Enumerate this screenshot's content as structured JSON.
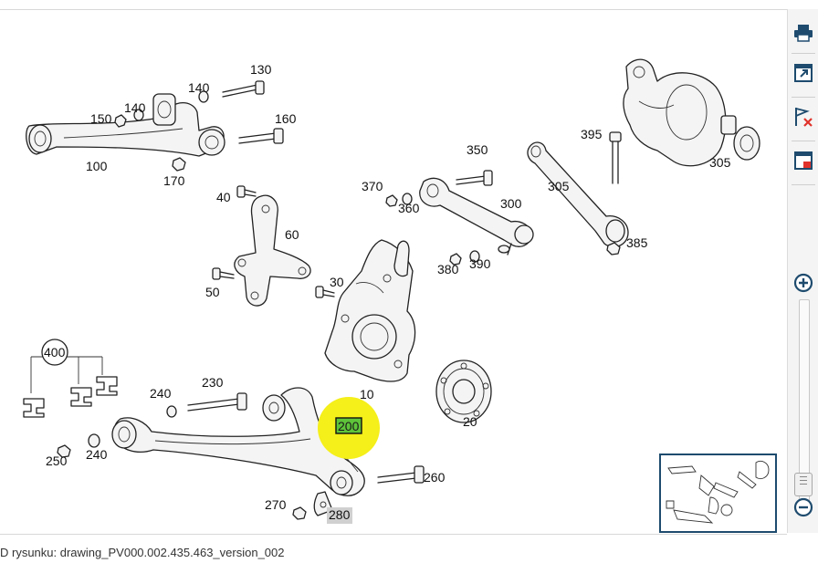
{
  "diagram": {
    "part_labels": [
      {
        "id": "130",
        "text": "130"
      },
      {
        "id": "140a",
        "text": "140"
      },
      {
        "id": "140b",
        "text": "140"
      },
      {
        "id": "150",
        "text": "150"
      },
      {
        "id": "160",
        "text": "160"
      },
      {
        "id": "100",
        "text": "100"
      },
      {
        "id": "170",
        "text": "170"
      },
      {
        "id": "40",
        "text": "40"
      },
      {
        "id": "60",
        "text": "60"
      },
      {
        "id": "50",
        "text": "50"
      },
      {
        "id": "30",
        "text": "30"
      },
      {
        "id": "370",
        "text": "370"
      },
      {
        "id": "360",
        "text": "360"
      },
      {
        "id": "350",
        "text": "350"
      },
      {
        "id": "300",
        "text": "300"
      },
      {
        "id": "380",
        "text": "380"
      },
      {
        "id": "390",
        "text": "390"
      },
      {
        "id": "395",
        "text": "395"
      },
      {
        "id": "305a",
        "text": "305"
      },
      {
        "id": "305b",
        "text": "305"
      },
      {
        "id": "385",
        "text": "385"
      },
      {
        "id": "400",
        "text": "400"
      },
      {
        "id": "240a",
        "text": "240"
      },
      {
        "id": "230",
        "text": "230"
      },
      {
        "id": "10",
        "text": "10"
      },
      {
        "id": "200",
        "text": "200"
      },
      {
        "id": "20",
        "text": "20"
      },
      {
        "id": "250",
        "text": "250"
      },
      {
        "id": "240b",
        "text": "240"
      },
      {
        "id": "260",
        "text": "260"
      },
      {
        "id": "270",
        "text": "270"
      },
      {
        "id": "280",
        "text": "280"
      }
    ],
    "highlight_color": "#f5ef1a",
    "selected_part": "200"
  },
  "toolbar": {
    "buttons": [
      {
        "name": "print-button",
        "icon": "printer-icon"
      },
      {
        "name": "open-external-button",
        "icon": "external-link-icon"
      },
      {
        "name": "clear-flags-button",
        "icon": "flag-remove-icon"
      },
      {
        "name": "close-window-button",
        "icon": "window-close-icon"
      }
    ],
    "accent_color": "#1e4b6e"
  },
  "footer": {
    "text": "D rysunku: drawing_PV000.002.435.463_version_002"
  }
}
